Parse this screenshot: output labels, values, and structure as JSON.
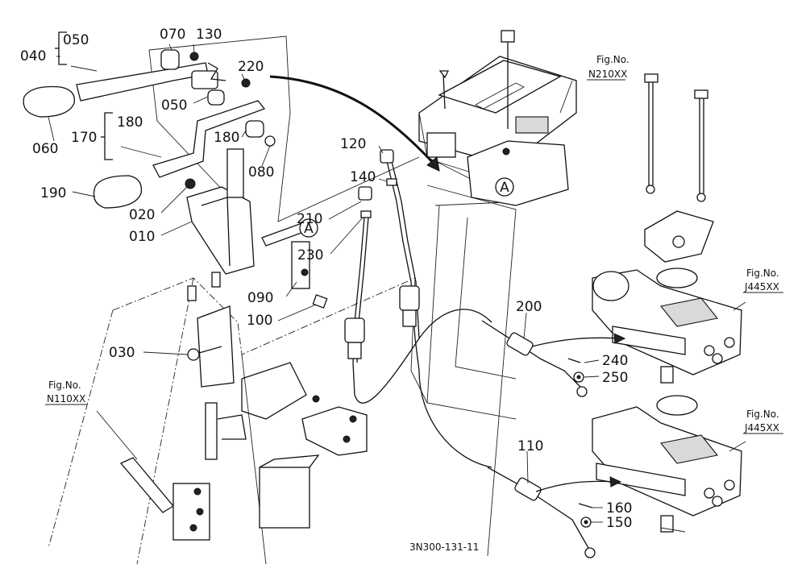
{
  "diagram": {
    "drawing_number": "3N300-131-11",
    "part_labels": {
      "p040": "040",
      "p050a": "050",
      "p070": "070",
      "p130": "130",
      "p220": "220",
      "p050b": "050",
      "p060": "060",
      "p170": "170",
      "p180a": "180",
      "p180b": "180",
      "p080": "080",
      "p190": "190",
      "p020": "020",
      "p010": "010",
      "p120": "120",
      "p140": "140",
      "p210": "210",
      "p230": "230",
      "p090": "090",
      "p100": "100",
      "p030": "030",
      "p200": "200",
      "p240": "240",
      "p250": "250",
      "p110": "110",
      "p160": "160",
      "p150": "150"
    },
    "callouts": {
      "a1": "A",
      "a2": "A"
    },
    "fig_refs": {
      "n210_title": "Fig.No.",
      "n210_code": "N210XX",
      "j445a_title": "Fig.No.",
      "j445a_code": "J445XX",
      "j445b_title": "Fig.No.",
      "j445b_code": "J445XX",
      "n110_title": "Fig.No.",
      "n110_code": "N110XX"
    }
  }
}
